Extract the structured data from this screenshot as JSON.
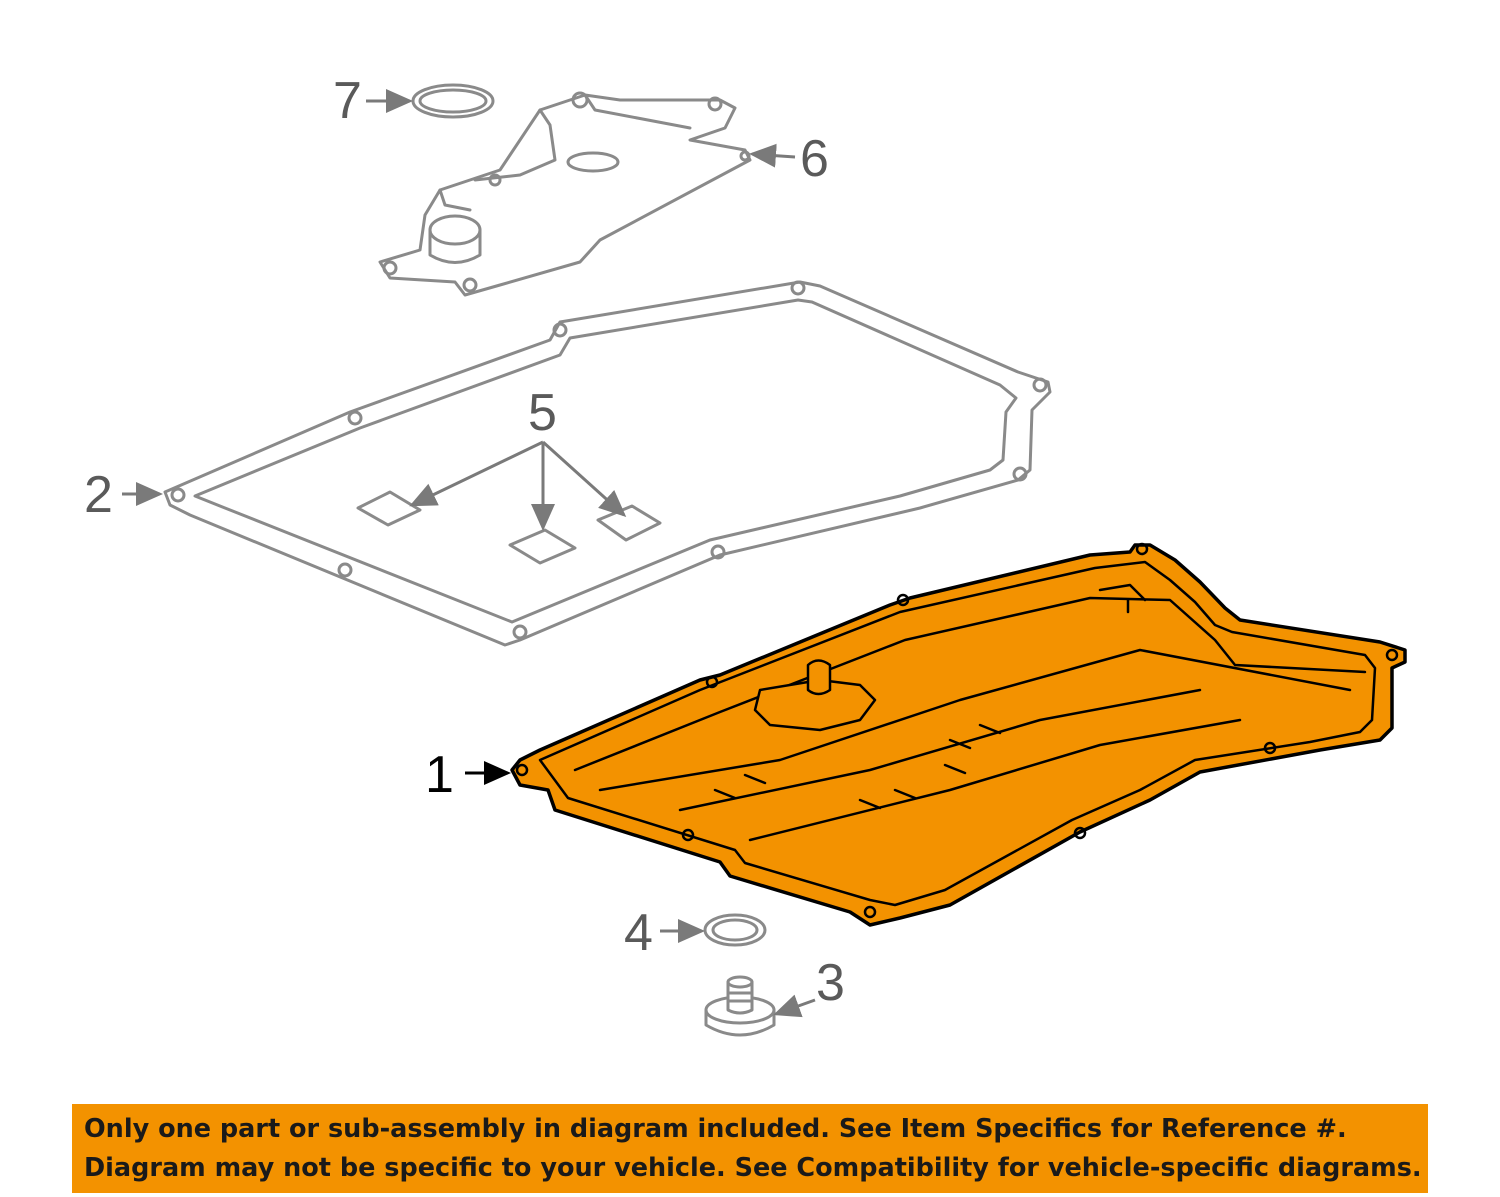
{
  "diagram": {
    "callouts": [
      {
        "id": "1",
        "label": "1",
        "part": "transmission-oil-pan",
        "highlighted": true
      },
      {
        "id": "2",
        "label": "2",
        "part": "pan-gasket"
      },
      {
        "id": "3",
        "label": "3",
        "part": "drain-plug"
      },
      {
        "id": "4",
        "label": "4",
        "part": "drain-plug-seal"
      },
      {
        "id": "5",
        "label": "5",
        "part": "magnets"
      },
      {
        "id": "6",
        "label": "6",
        "part": "filter"
      },
      {
        "id": "7",
        "label": "7",
        "part": "filter-o-ring"
      }
    ],
    "colors": {
      "highlight": "#f39200",
      "line": "#8a8a8a",
      "banner": "#f39200"
    }
  },
  "banner": {
    "line1": "Only one part or sub-assembly in diagram included. See Item Specifics for Reference #.",
    "line2": "Diagram may not be specific to your vehicle. See Compatibility for vehicle-specific diagrams."
  }
}
